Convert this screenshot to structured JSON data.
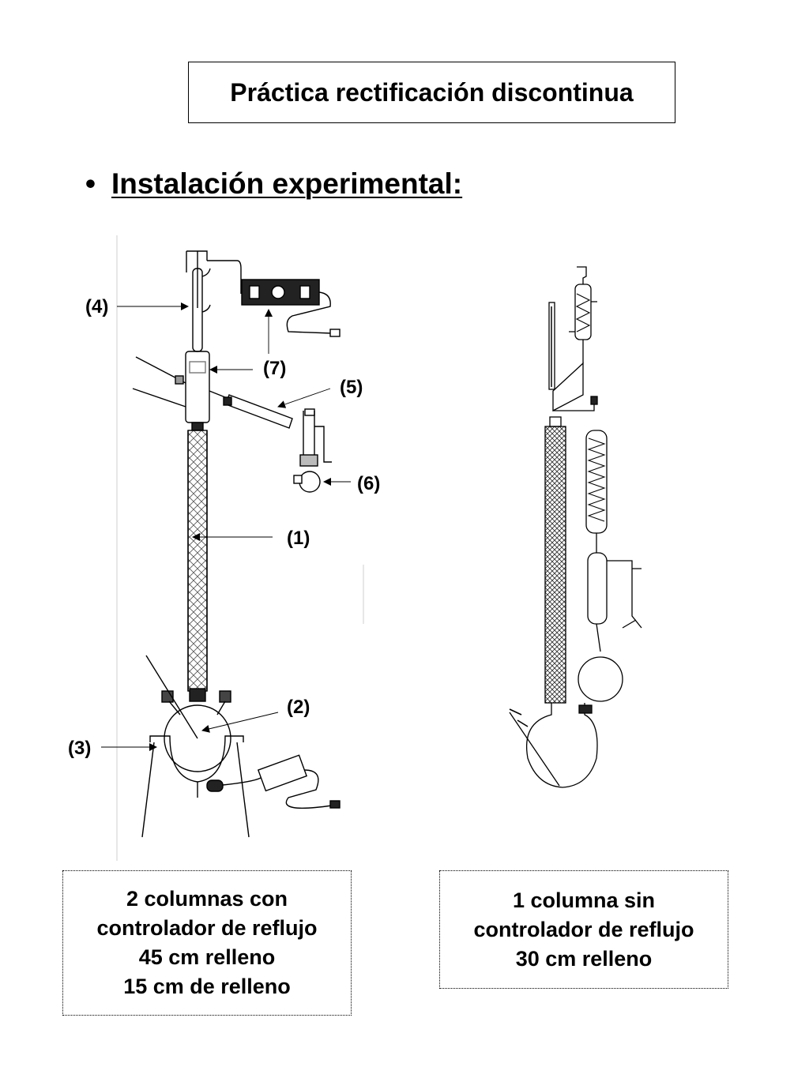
{
  "title": "Práctica rectificación discontinua",
  "bullet": {
    "symbol": "•",
    "text": "Instalación experimental:"
  },
  "labels": {
    "l1": "(1)",
    "l2": "(2)",
    "l3": "(3)",
    "l4": "(4)",
    "l5": "(5)",
    "l6": "(6)",
    "l7": "(7)"
  },
  "captions": {
    "left": [
      "2 columnas con",
      "controlador de reflujo",
      "45 cm relleno",
      "15 cm de relleno"
    ],
    "right": [
      "1 columna sin",
      "controlador de reflujo",
      "30 cm relleno"
    ]
  }
}
